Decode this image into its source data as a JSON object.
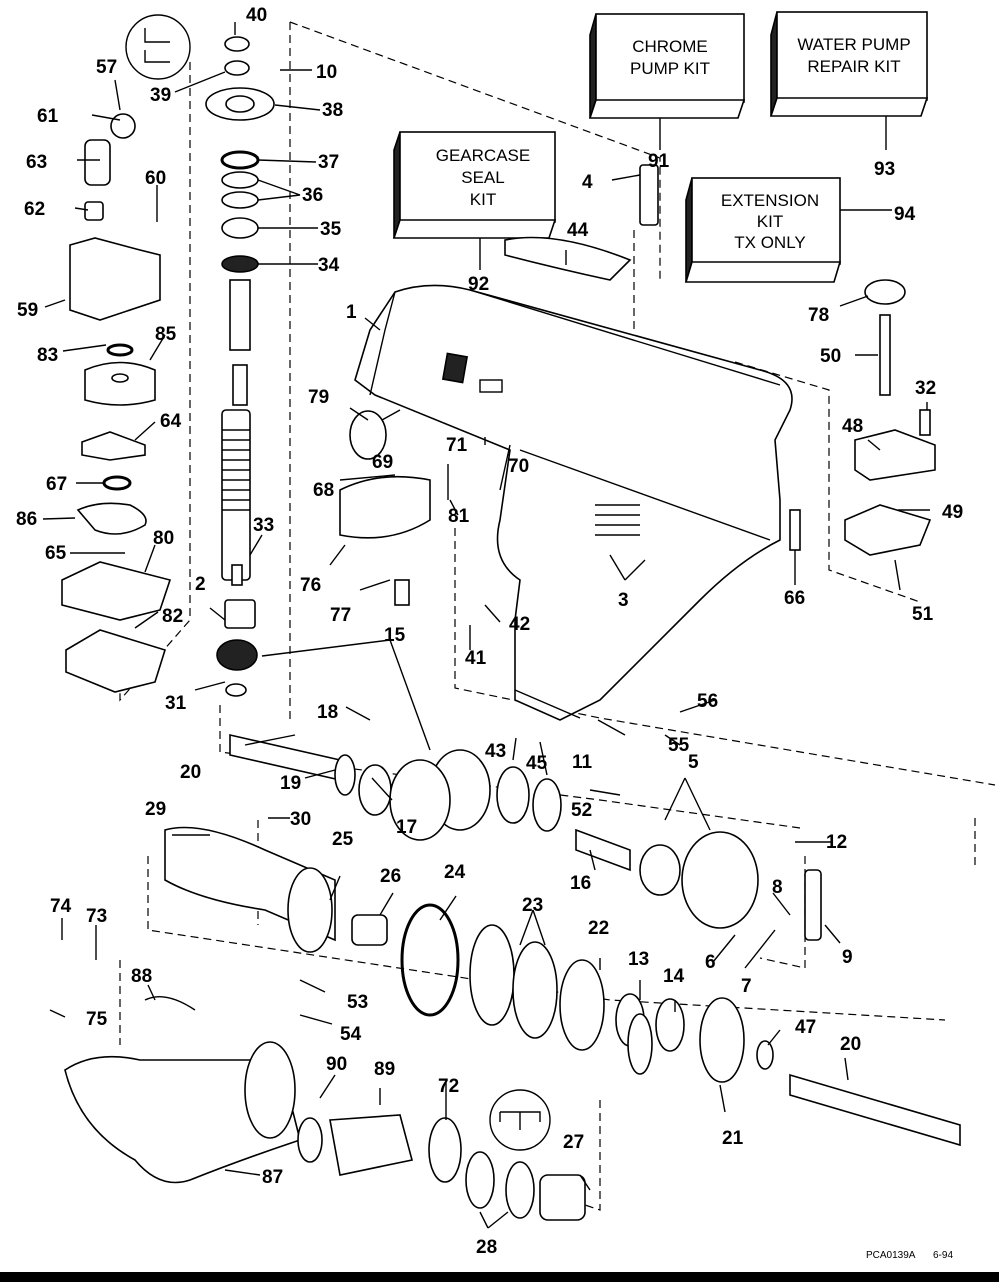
{
  "diagram": {
    "title": "Gearcase exploded parts diagram",
    "drawing_code": "PCA0139A",
    "drawing_date": "6-94",
    "line_color": "#000000",
    "background_color": "#ffffff"
  },
  "kits": [
    {
      "id": "91",
      "lines": [
        "CHROME",
        "PUMP KIT"
      ]
    },
    {
      "id": "93",
      "lines": [
        "WATER PUMP",
        "REPAIR KIT"
      ]
    },
    {
      "id": "92",
      "lines": [
        "GEARCASE",
        "SEAL",
        "KIT"
      ]
    },
    {
      "id": "94",
      "lines": [
        "EXTENSION",
        "KIT",
        "TX ONLY"
      ]
    }
  ],
  "callouts": {
    "c1": "1",
    "c2": "2",
    "c3": "3",
    "c4": "4",
    "c5": "5",
    "c6": "6",
    "c7": "7",
    "c8": "8",
    "c9": "9",
    "c10": "10",
    "c11": "11",
    "c12": "12",
    "c13": "13",
    "c14": "14",
    "c15": "15",
    "c16": "16",
    "c17": "17",
    "c18": "18",
    "c19": "19",
    "c20a": "20",
    "c20b": "20",
    "c21": "21",
    "c22": "22",
    "c23": "23",
    "c24": "24",
    "c25": "25",
    "c26": "26",
    "c27": "27",
    "c28": "28",
    "c29": "29",
    "c30": "30",
    "c31": "31",
    "c32": "32",
    "c33": "33",
    "c34": "34",
    "c35": "35",
    "c36": "36",
    "c37": "37",
    "c38": "38",
    "c39": "39",
    "c40": "40",
    "c41": "41",
    "c42": "42",
    "c43": "43",
    "c44": "44",
    "c45": "45",
    "c47": "47",
    "c48": "48",
    "c49": "49",
    "c50": "50",
    "c51": "51",
    "c52": "52",
    "c53": "53",
    "c54": "54",
    "c55": "55",
    "c56": "56",
    "c57": "57",
    "c59": "59",
    "c60": "60",
    "c61": "61",
    "c62": "62",
    "c63": "63",
    "c64": "64",
    "c65": "65",
    "c66": "66",
    "c67": "67",
    "c68": "68",
    "c69": "69",
    "c70": "70",
    "c71": "71",
    "c72": "72",
    "c73": "73",
    "c74": "74",
    "c75": "75",
    "c76": "76",
    "c77": "77",
    "c78": "78",
    "c79": "79",
    "c80": "80",
    "c81": "81",
    "c82": "82",
    "c83": "83",
    "c85": "85",
    "c86": "86",
    "c87": "87",
    "c88": "88",
    "c89": "89",
    "c90": "90",
    "c91": "91",
    "c92": "92",
    "c93": "93",
    "c94": "94"
  }
}
